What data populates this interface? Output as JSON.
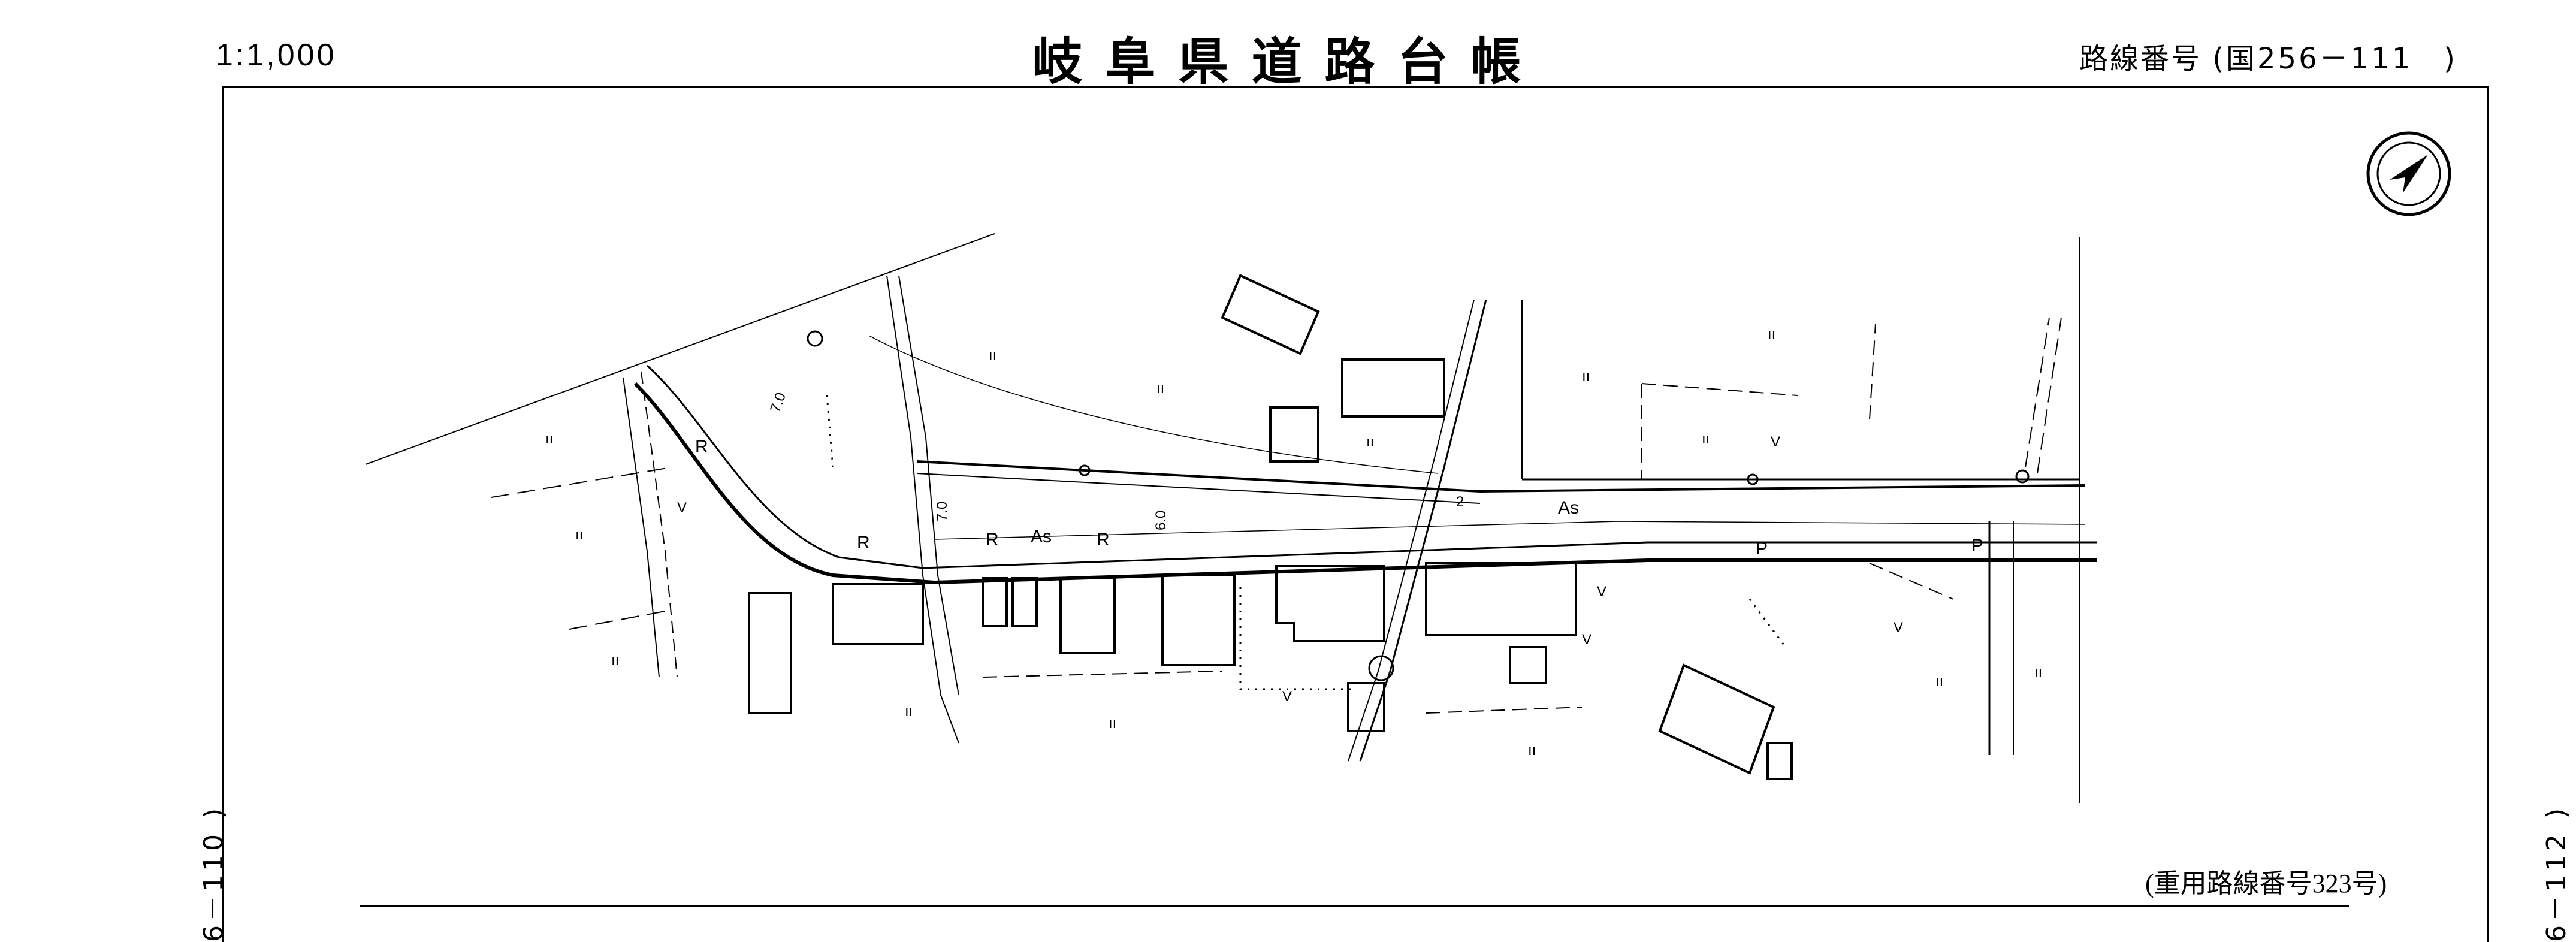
{
  "header": {
    "scale": "1:1,000",
    "title": "岐阜県道路台帳",
    "route_label": "路線番号",
    "route_ref": "(国256－111　)"
  },
  "side_refs": {
    "left": "6－110 )",
    "right": "6－112 )"
  },
  "note": "(重用路線番号323号)",
  "map": {
    "road_surface_label": "As",
    "guard_rail_label": "R",
    "parking_label": "P",
    "width_labels": [
      "7.0",
      "7.0",
      "6.0",
      "2"
    ],
    "field_symbol": "ıı",
    "vegetation_symbol": "V",
    "compass_icon": "north-arrow-icon"
  }
}
